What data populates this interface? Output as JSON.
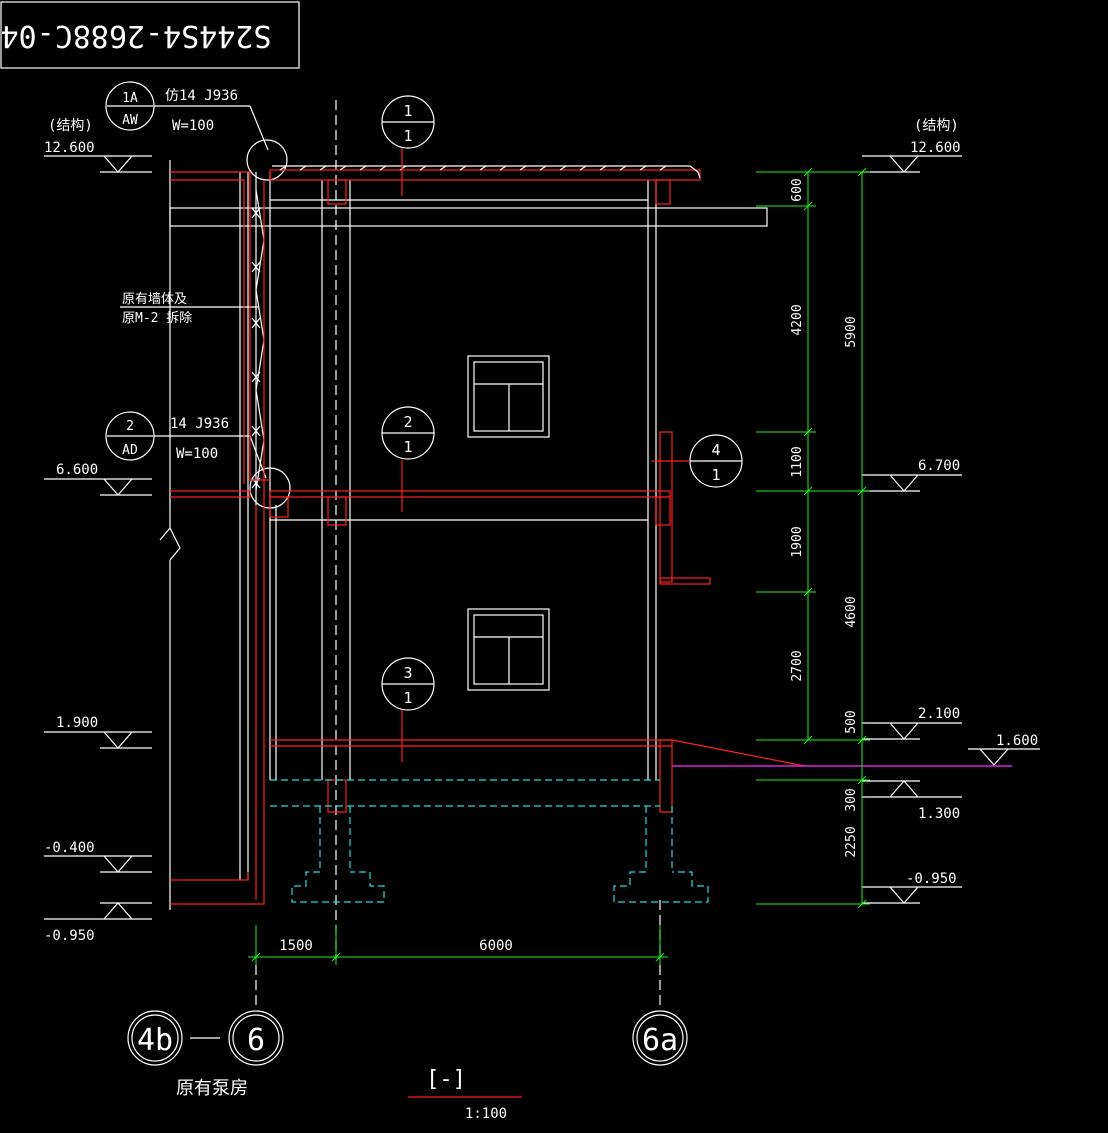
{
  "drawing_number": "S244S4-2688C-04",
  "callouts": [
    {
      "id": "1A",
      "sub": "AW",
      "ref": "仿14 J936",
      "width": "W=100"
    },
    {
      "id": "2",
      "sub": "AD",
      "ref": "14 J936",
      "width": "W=100"
    }
  ],
  "note_lines": [
    "原有墙体及",
    "原M-2 拆除"
  ],
  "section_marks": [
    {
      "top": "1",
      "bottom": "1"
    },
    {
      "top": "2",
      "bottom": "1"
    },
    {
      "top": "3",
      "bottom": "1"
    },
    {
      "top": "4",
      "bottom": "1"
    }
  ],
  "left_levels": [
    {
      "note": "(结构)",
      "value": "12.600"
    },
    {
      "value": "6.600"
    },
    {
      "value": "1.900"
    },
    {
      "value": "-0.400"
    },
    {
      "value": "-0.950"
    }
  ],
  "right_levels": [
    {
      "note": "(结构)",
      "value": "12.600"
    },
    {
      "value": "6.700"
    },
    {
      "value": "2.100"
    },
    {
      "value": "1.600"
    },
    {
      "value": "1.300"
    },
    {
      "value": "-0.950"
    }
  ],
  "vertical_dims_inner": [
    "600",
    "4200",
    "1100",
    "1900",
    "2700",
    "500",
    "300",
    "2250"
  ],
  "vertical_dims_outer": [
    "5900",
    "4600"
  ],
  "horizontal_dims": [
    "1500",
    "6000"
  ],
  "axes": [
    {
      "label": "4b"
    },
    {
      "label": "6"
    },
    {
      "label": "6a"
    }
  ],
  "building_label": "原有泵房",
  "section_title": "[-]",
  "scale": "1:100",
  "colors": {
    "background": "#000000",
    "line": "#ffffff",
    "structure": "#ff2020",
    "dimension": "#22ee22",
    "foundation": "#22dddd",
    "ground": "#e020e0"
  }
}
